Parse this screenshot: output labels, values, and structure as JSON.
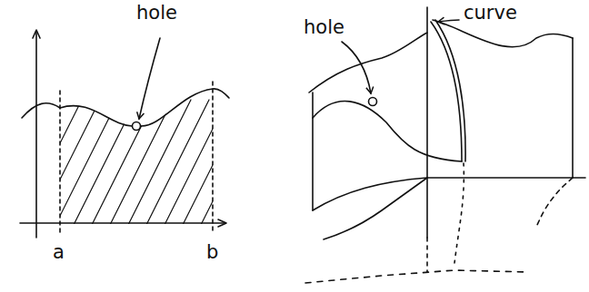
{
  "diagram": {
    "labels": [
      "hole",
      "a",
      "b",
      "hole",
      "curve"
    ]
  }
}
